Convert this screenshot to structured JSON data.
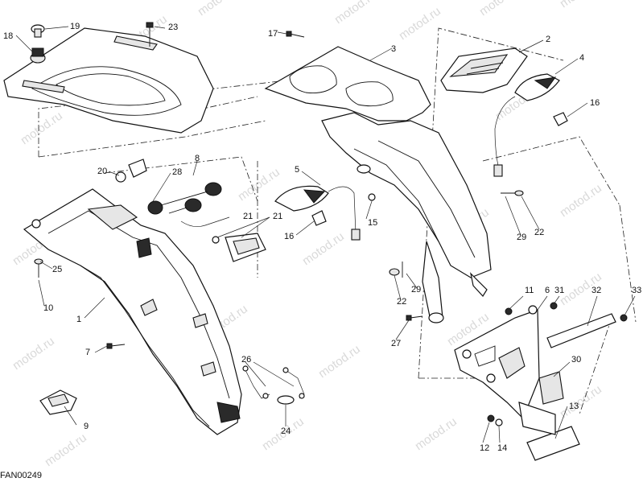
{
  "diagram": {
    "code": "FAN00249",
    "watermark": "motod.ru",
    "labels": [
      "1",
      "2",
      "3",
      "4",
      "5",
      "6",
      "7",
      "8",
      "9",
      "10",
      "11",
      "12",
      "13",
      "14",
      "15",
      "16",
      "16",
      "17",
      "18",
      "19",
      "20",
      "21",
      "21",
      "22",
      "22",
      "23",
      "24",
      "25",
      "26",
      "27",
      "28",
      "29",
      "29",
      "30",
      "31",
      "32",
      "33"
    ]
  }
}
